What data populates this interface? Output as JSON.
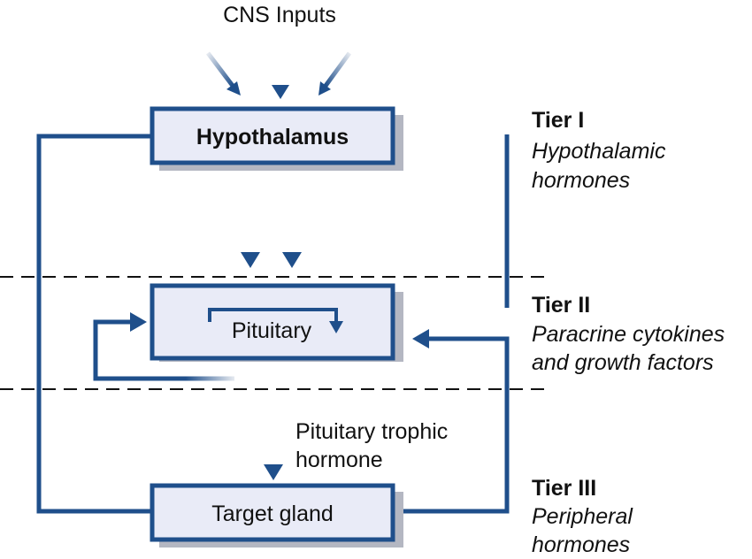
{
  "colors": {
    "line": "#1f4f8b",
    "line_faded": "#e6eaf0",
    "box_fill": "#e9ebf7",
    "box_shadow": "#b4b7c2",
    "divider": "#111111"
  },
  "inputs": {
    "label": "CNS Inputs"
  },
  "boxes": {
    "hypothalamus": "Hypothalamus",
    "pituitary": "Pituitary",
    "target": "Target gland"
  },
  "edge_labels": {
    "trophic_line1": "Pituitary trophic",
    "trophic_line2": "hormone"
  },
  "tiers": [
    {
      "title": "Tier I",
      "desc_line1": "Hypothalamic",
      "desc_line2": "hormones"
    },
    {
      "title": "Tier II",
      "desc_line1": "Paracrine cytokines",
      "desc_line2": "and growth factors"
    },
    {
      "title": "Tier III",
      "desc_line1": "Peripheral",
      "desc_line2": "hormones"
    }
  ]
}
